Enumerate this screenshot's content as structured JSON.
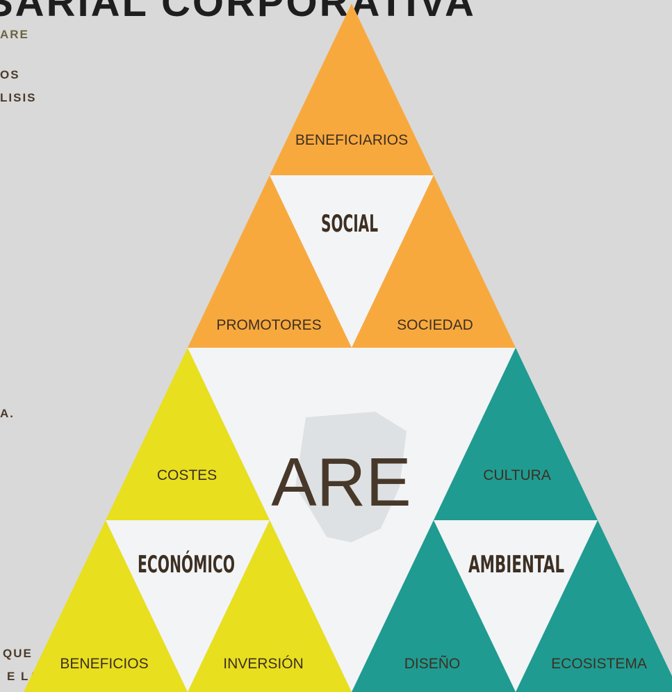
{
  "title": "SARIAL CORPORATIVA",
  "side_text": {
    "line1": "ARE",
    "line2": "OS",
    "line3": "LISIS",
    "line4": "A.",
    "line5": "QUE",
    "line6": "E LA"
  },
  "diagram": {
    "center": "ARE",
    "social": {
      "name": "SOCIAL",
      "labels": [
        "BENEFICIARIOS",
        "PROMOTORES",
        "SOCIEDAD"
      ],
      "color": "#f8a93e"
    },
    "economico": {
      "name": "ECONÓMICO",
      "labels": [
        "COSTES",
        "BENEFICIOS",
        "INVERSIÓN"
      ],
      "color": "#e8df1f"
    },
    "ambiental": {
      "name": "AMBIENTAL",
      "labels": [
        "CULTURA",
        "DISEÑO",
        "ECOSISTEMA"
      ],
      "color": "#1f9b91"
    },
    "inner_color": "#f2f4f6"
  }
}
